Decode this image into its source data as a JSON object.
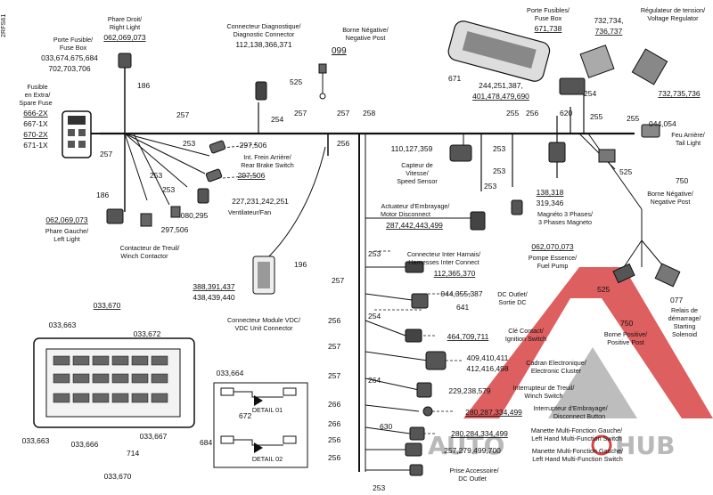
{
  "side_code": "2RFS61",
  "watermark": {
    "text_auto": "AUTO",
    "text_hub": "HUB",
    "accent_color": "#d32f2f",
    "grey_color": "#9e9e9e"
  },
  "wires": {
    "w186a": "186",
    "w186b": "186",
    "w257a": "257",
    "w257b": "257",
    "w257c": "257",
    "w257d": "257",
    "w257e": "257",
    "w257f": "257",
    "w257g": "257",
    "w254a": "254",
    "w254b": "254",
    "w254c": "254",
    "w258": "258",
    "w256a": "256",
    "w256b": "256",
    "w256c": "256",
    "w256d": "256",
    "w256e": "256",
    "w255a": "255",
    "w255b": "255",
    "w255c": "255",
    "w620": "620",
    "w253a": "253",
    "w253b": "253",
    "w253c": "253",
    "w253d": "253",
    "w253e": "253",
    "w253f": "253",
    "w253g": "253",
    "w196": "196",
    "w525a": "525",
    "w525b": "525",
    "w525c": "525",
    "w671": "671",
    "w266a": "266",
    "w266b": "266",
    "w264": "264",
    "w630": "630",
    "w641": "641",
    "w750a": "750",
    "w750b": "750",
    "w077": "077",
    "w099": "099",
    "w044": "044,054",
    "w714": "714",
    "w672": "672",
    "w684": "684"
  },
  "components": {
    "phare_droit": {
      "l1": "Phare Droit/",
      "l2": "Right Light",
      "num": "062,069,073"
    },
    "porte_fusible": {
      "l1": "Porte Fusible/",
      "l2": "Fuse Box",
      "n1": "033,674,675,684",
      "n2": "702,703,706"
    },
    "fusible": {
      "l1": "Fusible",
      "l2": "en Extra/",
      "l3": "Spare Fuse",
      "n1": "666-2X",
      "n2": "667-1X",
      "n3": "670-2X",
      "n4": "671-1X"
    },
    "diag": {
      "l1": "Connecteur Diagnostique/",
      "l2": "Diagnostic Connector",
      "num": "112,138,366,371"
    },
    "borne_neg": {
      "l1": "Borne Négative/",
      "l2": "Negative Post"
    },
    "porte_fusibles_r": {
      "l1": "Porte Fusibles/",
      "l2": "Fuse Box",
      "num": "671,738"
    },
    "regulateur": {
      "l1": "Régulateur de tension/",
      "l2": "Voltage Regulator",
      "n1": "732,734,",
      "n2": "736,737",
      "n3": "732,735,736"
    },
    "num_244": {
      "n1": "244,251,387,",
      "n2": "401,478,479,690"
    },
    "feu_arriere": {
      "l1": "Feu Arrière/",
      "l2": "Tail Light"
    },
    "frein": {
      "num1": "297,506",
      "l1": "Int. Frein Arrière/",
      "l2": "Rear Brake Switch",
      "num2": "297,506"
    },
    "ventilateur": {
      "num": "227,231,242,251",
      "l1": "Ventilateur/Fan"
    },
    "phare_gauche": {
      "num": "062,069,073",
      "l1": "Phare Gauche/",
      "l2": "Left Light"
    },
    "treuil": {
      "num1": "080,295",
      "num2": "297,506",
      "l1": "Contacteur de Treuil/",
      "l2": "Winch Contactor"
    },
    "capteur_vitesse": {
      "num": "110,127,359",
      "l1": "Capteur de",
      "l2": "Vitesse/",
      "l3": "Speed Sensor"
    },
    "moteur": {
      "l1": "Actuateur d'Embrayage/",
      "l2": "Motor Disconnect",
      "num": "287,442,443,499"
    },
    "magneto": {
      "n1": "138,318",
      "n2": "319,346",
      "l1": "Magnéto 3 Phases/",
      "l2": "3 Phases Magneto"
    },
    "borne_neg2": {
      "l1": "Borne Négative/",
      "l2": "Negative Post"
    },
    "pompe": {
      "num": "062,070,073",
      "l1": "Pompe Essence/",
      "l2": "Fuel Pump"
    },
    "vdc": {
      "n1": "388,391,437",
      "n2": "438,439,440",
      "l1": "Connecteur Module VDC/",
      "l2": "VDC Unit Connector"
    },
    "harness": {
      "l1": "Connecteur Inter Harnais/",
      "l2": "Harnesses Inter Connect",
      "num": "112,365,370"
    },
    "dc_outlet": {
      "num": "044,355,387",
      "l1": "DC Outlet/",
      "l2": "Sortie DC"
    },
    "ignition": {
      "l1": "Clé Contact/",
      "l2": "Ignition Switch",
      "num": "464,709,711"
    },
    "cluster": {
      "n1": "409,410,411",
      "n2": "412,416,498",
      "l1": "Cadran Electronique/",
      "l2": "Electronic Cluster"
    },
    "winch_switch": {
      "num": "229,238,579",
      "l1": "Interrupteur de Treuil/",
      "l2": "Winch Switch"
    },
    "disconnect_btn": {
      "num": "280,287,334,499",
      "l1": "Interrupteur d'Embrayage/",
      "l2": "Disconnect Button"
    },
    "left_mfs": {
      "num": "280,284,334,499",
      "l1": "Manette Multi-Fonction Gauche/",
      "l2": "Left Hand Multi-Function Switch"
    },
    "right_mfs": {
      "num": "257,279,499,700",
      "l1": "Manette Multi-Fonction Gauche/",
      "l2": "Left Hand Multi-Function Switch"
    },
    "prise": {
      "l1": "Prise Accessoire/",
      "l2": "DC Outlet"
    },
    "borne_pos": {
      "l1": "Borne Positive/",
      "l2": "Positive Post"
    },
    "relais": {
      "l1": "Relais de",
      "l2": "démarrage/",
      "l3": "Starting",
      "l4": "Solenoid"
    },
    "fusebox_detail": {
      "title": "033,670",
      "n663a": "033,663",
      "n672": "033,672",
      "n664": "033,664",
      "n663b": "033,663",
      "n666": "033,666",
      "n667": "033,667",
      "n670": "033,670",
      "d1": "DETAIL 01",
      "d2": "DETAIL 02"
    }
  }
}
